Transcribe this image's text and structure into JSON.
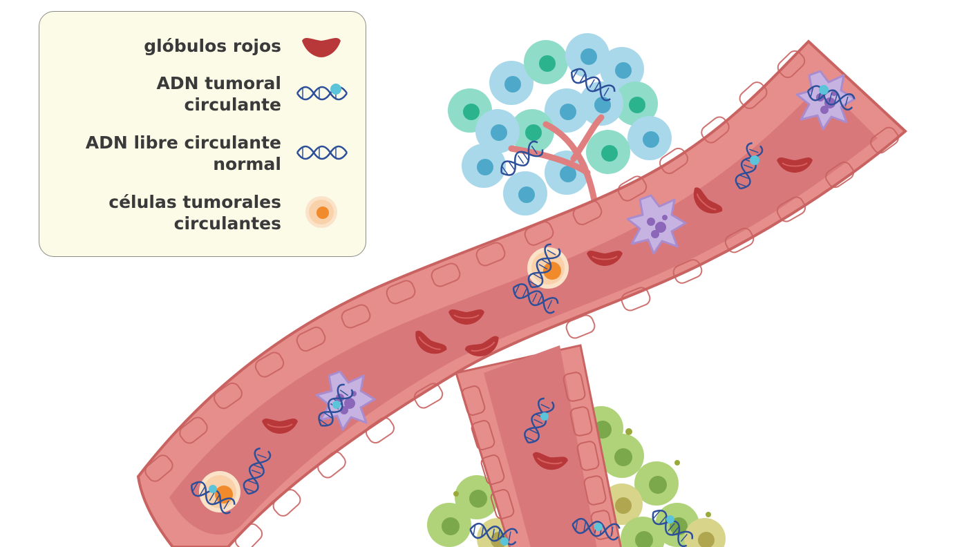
{
  "legend": {
    "items": [
      {
        "line1": "glóbulos rojos",
        "line2": "",
        "icon": "red-blood-cell-icon"
      },
      {
        "line1": "ADN tumoral",
        "line2": "circulante",
        "icon": "ctdna-icon"
      },
      {
        "line1": "ADN libre circulante",
        "line2": "normal",
        "icon": "cfdna-icon"
      },
      {
        "line1": "células tumorales",
        "line2": "circulantes",
        "icon": "tumor-cell-icon"
      }
    ]
  },
  "colors": {
    "vessel_wall": "#e58e8c",
    "vessel_wall_stroke": "#c96361",
    "vessel_lumen": "#d9787a",
    "red_blood_cell": "#b8383a",
    "dna_strand": "#2d4f9a",
    "ctdna_marker": "#5cc4d8",
    "tumor_cell_outer": "#f8d3b0",
    "tumor_cell_inner": "#f08a2a",
    "leukocyte": "#b9a2d6",
    "blue_tumor": "#9fd2e6",
    "green_tissue": "#a9cf72",
    "legend_bg": "#fbfbe8"
  }
}
